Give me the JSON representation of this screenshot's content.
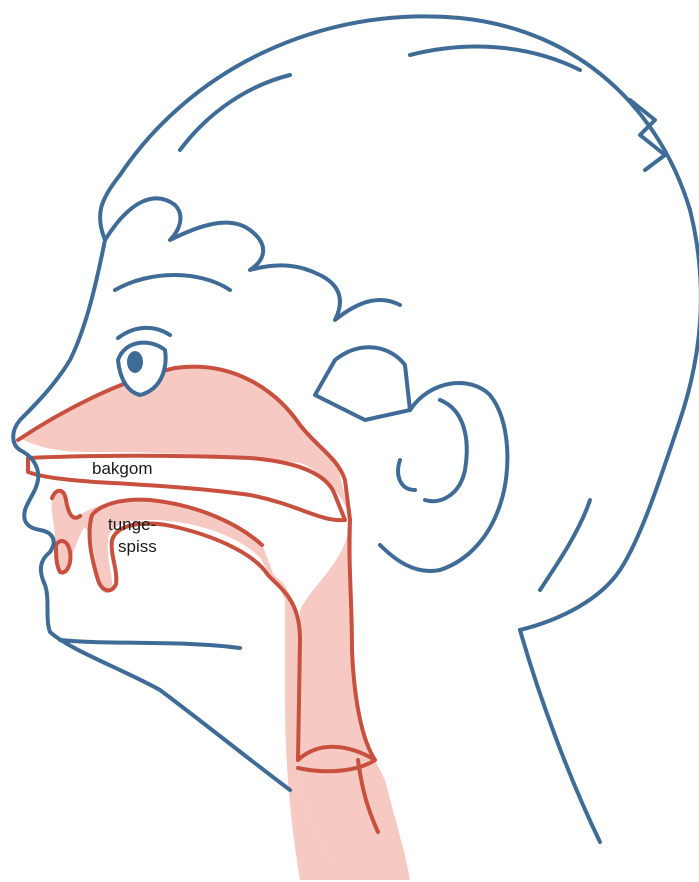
{
  "labels": {
    "palate": "bakgom",
    "tongue_tip_line1": "tunge-",
    "tongue_tip_line2": "spiss"
  },
  "colors": {
    "outline": "#3f6b97",
    "tract_stroke": "#c8503e",
    "tract_fill": "#f6c9c3",
    "background": "#ffffff"
  }
}
